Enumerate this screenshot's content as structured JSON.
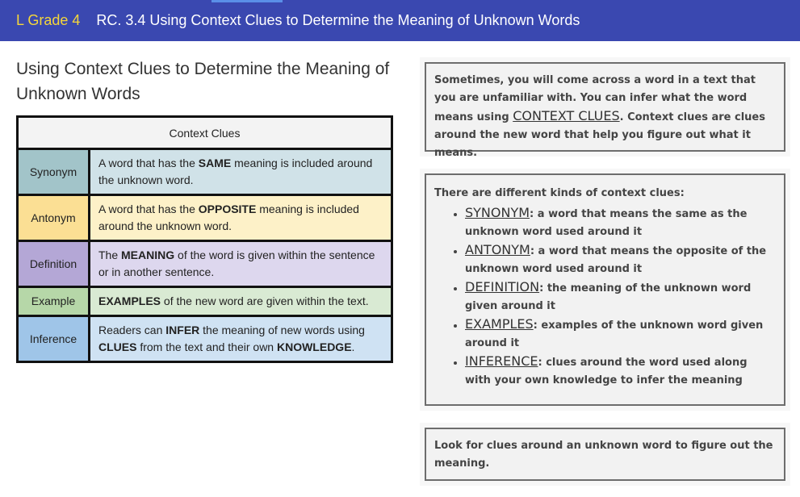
{
  "header": {
    "grade": "L Grade 4",
    "title": "RC. 3.4 Using Context Clues to Determine the Meaning of Unknown Words"
  },
  "page_title": "Using Context Clues to Determine the Meaning of Unknown Words",
  "table": {
    "heading": "Context Clues",
    "rows": [
      {
        "term": "Synonym",
        "color": "#d0e2e8",
        "term_color": "#a2c4c9",
        "parts": [
          "A word that has the ",
          "SAME",
          " meaning is included around the unknown word."
        ]
      },
      {
        "term": "Antonym",
        "color": "#fdf1c8",
        "term_color": "#fbdf94",
        "parts": [
          "A word that has the ",
          "OPPOSITE",
          " meaning is included around the unknown word."
        ]
      },
      {
        "term": "Definition",
        "color": "#ddd7ee",
        "term_color": "#b4a7d6",
        "parts": [
          "The ",
          "MEANING",
          " of the word is given within the sentence or in another sentence."
        ]
      },
      {
        "term": "Example",
        "color": "#d9ead3",
        "term_color": "#b6d7a8",
        "parts": [
          "",
          "EXAMPLES",
          " of the new word are given within the text."
        ]
      },
      {
        "term": "Inference",
        "color": "#cfe2f3",
        "term_color": "#9fc5e8",
        "parts": [
          "Readers can ",
          "INFER",
          " the meaning of new words using ",
          "CLUES",
          " from the text and their own ",
          "KNOWLEDGE",
          "."
        ]
      }
    ]
  },
  "box1": {
    "text_a": "Sometimes, you will come across a word in a text that you are unfamiliar with. You can infer what the word means using ",
    "highlight": "CONTEXT CLUES",
    "text_b": ". Context clues are clues around the new word that help you figure out what it means."
  },
  "box2": {
    "intro": "There are different kinds of context clues:",
    "items": [
      {
        "term": "SYNONYM",
        "desc": ": a word that means the same as the unknown word used around it"
      },
      {
        "term": "ANTONYM",
        "desc": ": a word that means the opposite of the unknown word used around it"
      },
      {
        "term": "DEFINITION",
        "desc": ": the meaning of the unknown word given around it"
      },
      {
        "term": "EXAMPLES",
        "desc": ": examples of the unknown word given around it"
      },
      {
        "term": "INFERENCE",
        "desc": ": clues around the word used along with your own knowledge to infer the meaning"
      }
    ]
  },
  "box3": {
    "text": "Look for clues around an unknown word to figure out the meaning."
  }
}
